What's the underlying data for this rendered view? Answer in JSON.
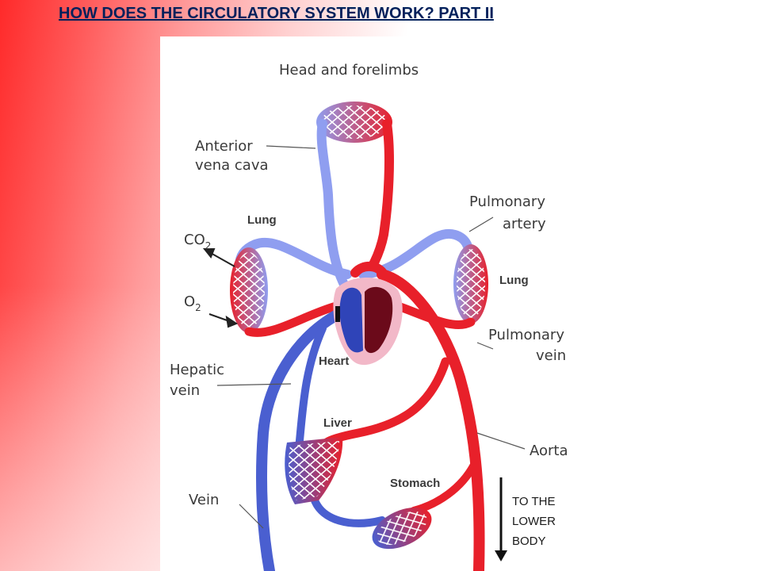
{
  "slide": {
    "title": "HOW DOES THE CIRCULATORY SYSTEM WORK? PART II",
    "side_note": "TO THE LOWER BODY"
  },
  "diagram": {
    "labels": {
      "head_forelimbs": "Head and forelimbs",
      "anterior_vena_cava_1": "Anterior",
      "anterior_vena_cava_2": "vena cava",
      "pulmonary_artery_1": "Pulmonary",
      "pulmonary_artery_2": "artery",
      "lung_left": "Lung",
      "lung_right": "Lung",
      "co2": "CO",
      "co2_sub": "2",
      "o2": "O",
      "o2_sub": "2",
      "pulmonary_vein_1": "Pulmonary",
      "pulmonary_vein_2": "vein",
      "heart": "Heart",
      "hepatic_vein_1": "Hepatic",
      "hepatic_vein_2": "vein",
      "liver": "Liver",
      "aorta": "Aorta",
      "stomach": "Stomach",
      "vein": "Vein"
    }
  },
  "colors": {
    "artery_red": "#e8202a",
    "vein_blue": "#4a5fd0",
    "light_blue": "#8f9ef0",
    "heart_dark": "#6b0a1a",
    "title_navy": "#00205b"
  }
}
